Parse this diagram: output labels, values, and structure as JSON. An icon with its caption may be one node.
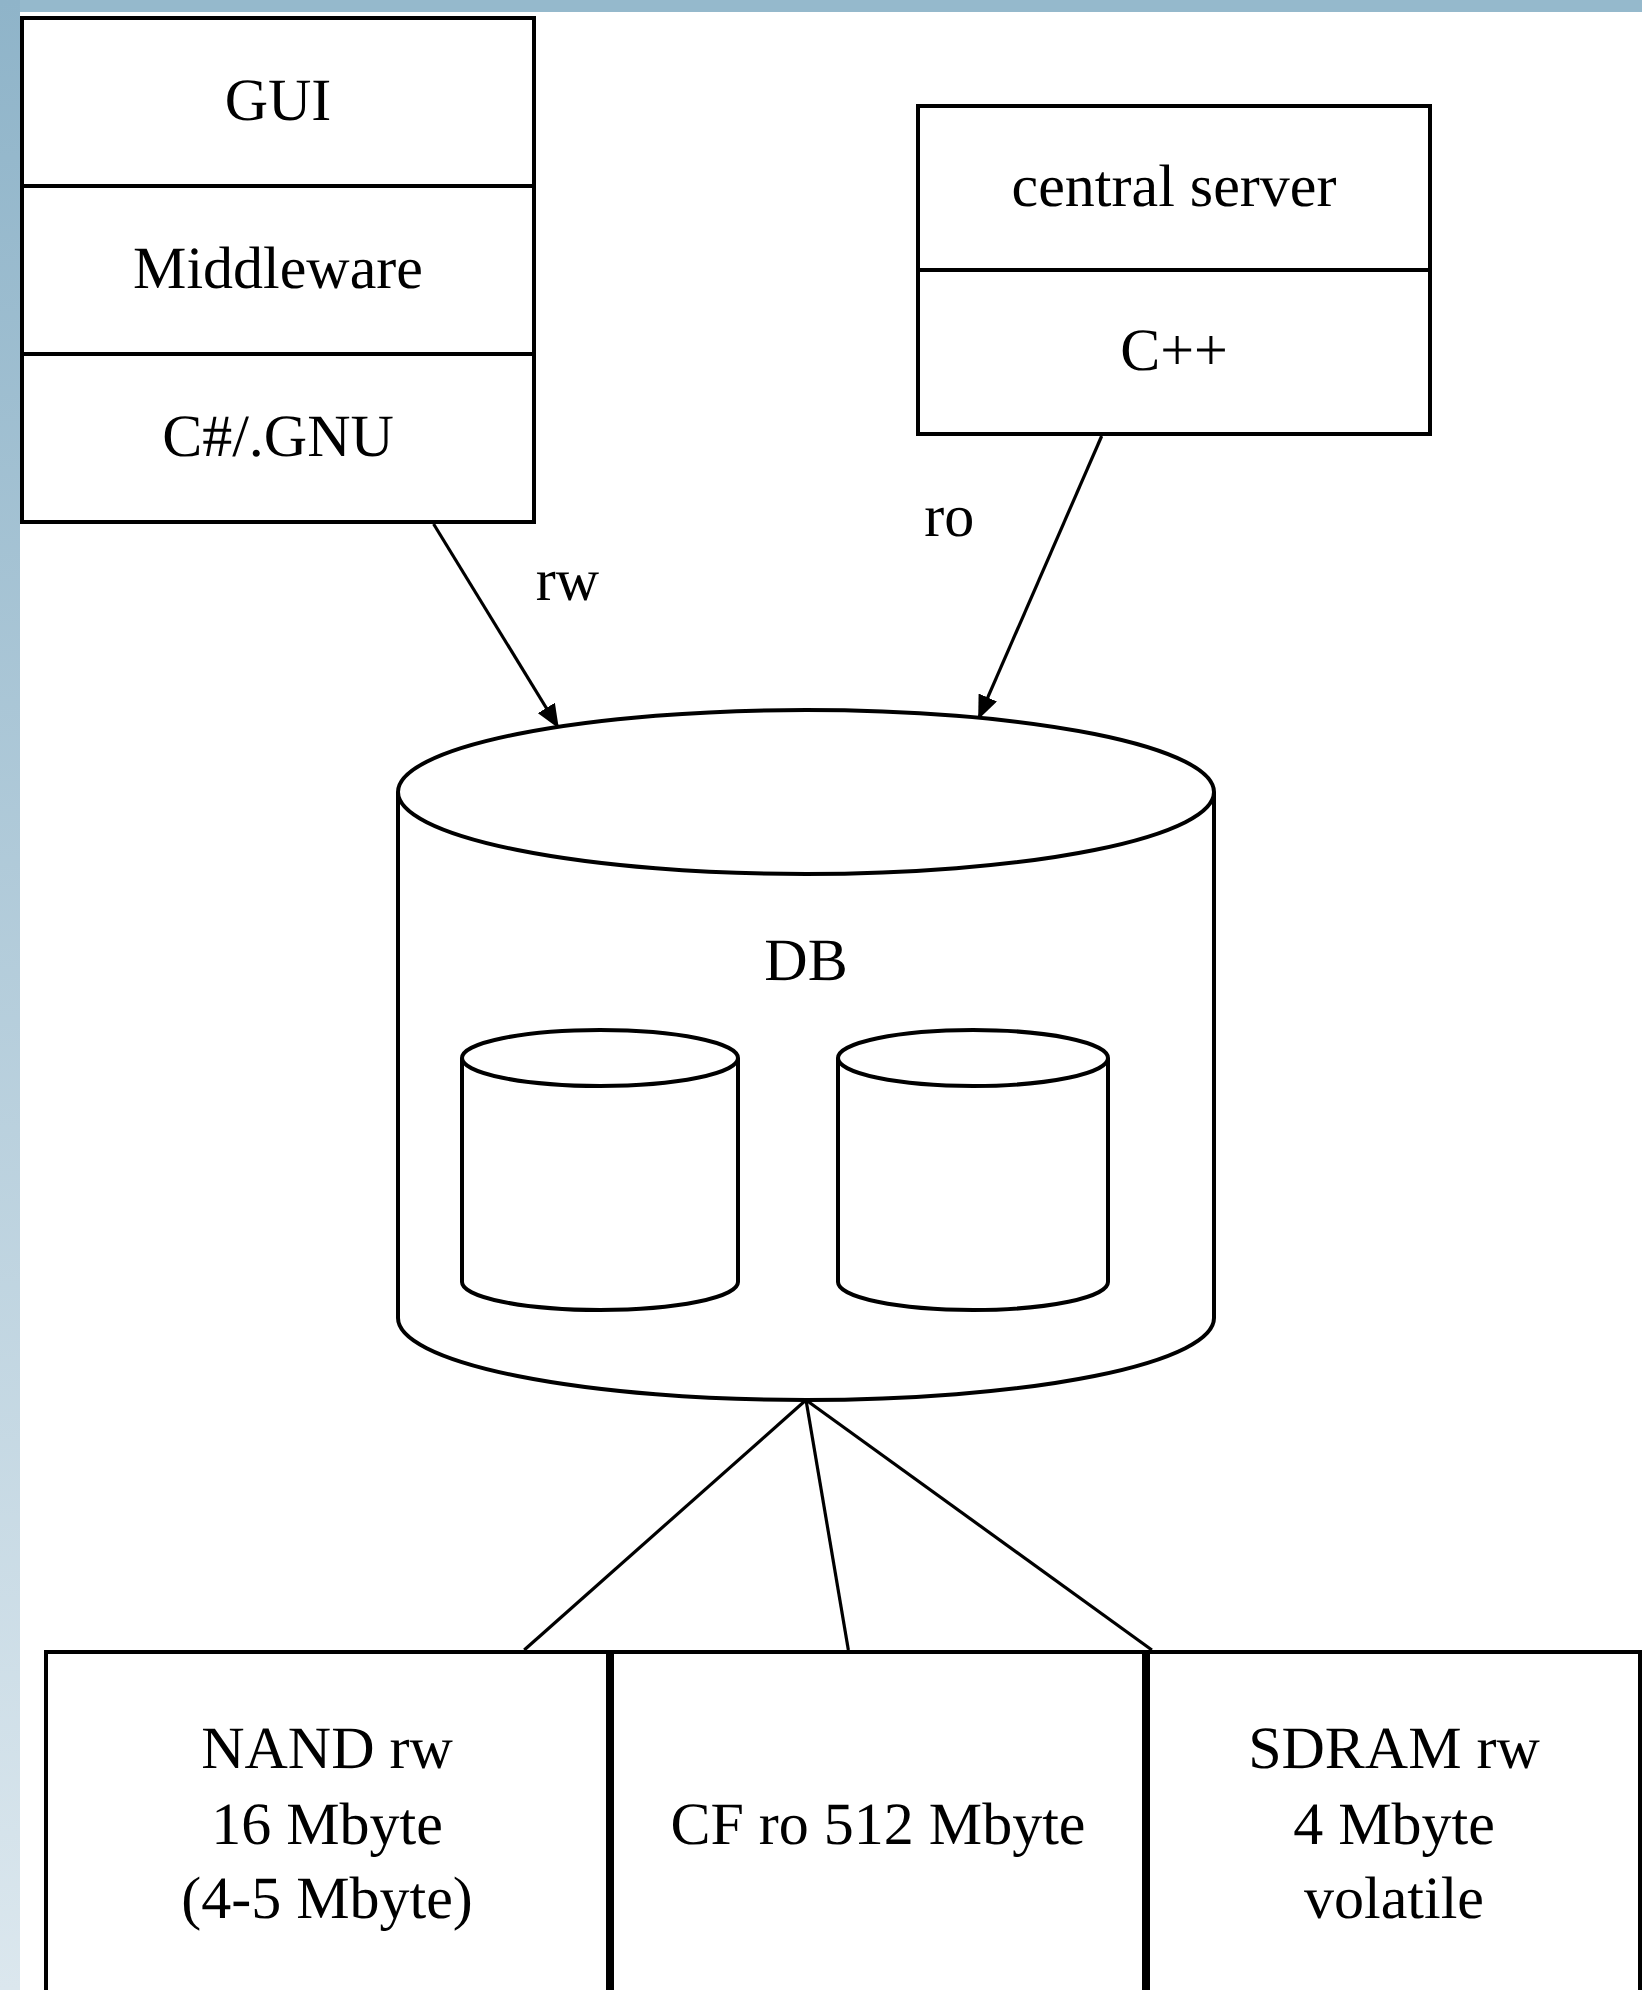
{
  "diagram": {
    "nodes": [
      {
        "text": [
          "GUI",
          "Middleware",
          "C#/.GNU"
        ]
      },
      {
        "text": [
          "central server",
          "C++"
        ]
      },
      {
        "text": [
          "DB"
        ]
      },
      {
        "text": [],
        "shape": "cylinder",
        "in": 2
      },
      {
        "text": [],
        "shape": "cylinder",
        "in": 2
      },
      {
        "text": [
          "NAND rw 16 Mbyte (4-5 Mbyte)"
        ]
      },
      {
        "text": [
          "CF ro 512 Mbyte"
        ]
      },
      {
        "text": [
          "SDRAM rw 4 Mbyte volatile"
        ]
      }
    ],
    "edges": [
      {
        "from": 0,
        "to": 2,
        "arrow": "to",
        "label": "rw"
      },
      {
        "from": 1,
        "to": 2,
        "arrow": "to",
        "label": "ro"
      },
      {
        "from": 2,
        "to": 5,
        "arrow": "none"
      },
      {
        "from": 2,
        "to": 6,
        "arrow": "none"
      },
      {
        "from": 2,
        "to": 7,
        "arrow": "none"
      }
    ]
  }
}
